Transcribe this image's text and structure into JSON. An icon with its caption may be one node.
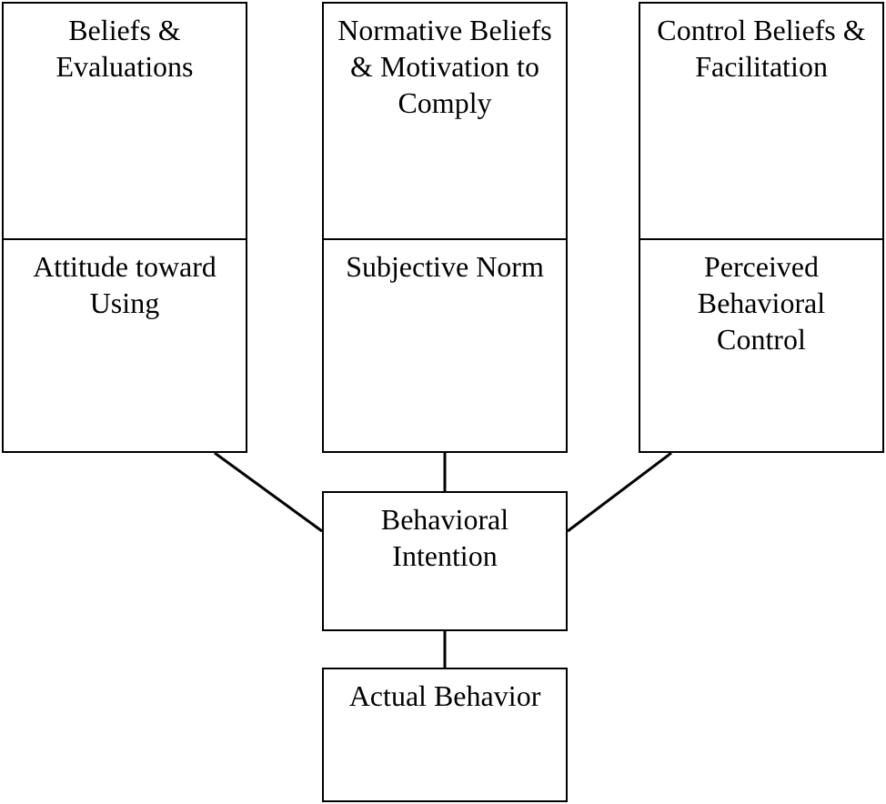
{
  "diagram": {
    "nodes": [
      {
        "text": [
          "Beliefs & Evaluations"
        ]
      },
      {
        "text": [
          "Normative Beliefs & Motivation to Comply"
        ]
      },
      {
        "text": [
          "Control Beliefs & Facilitation"
        ]
      },
      {
        "text": [
          "Attitude toward Using"
        ]
      },
      {
        "text": [
          "Subjective Norm"
        ]
      },
      {
        "text": [
          "Perceived Behavioral Control"
        ]
      },
      {
        "text": [
          "Behavioral Intention"
        ]
      },
      {
        "text": [
          "Actual Behavior"
        ]
      }
    ],
    "edges": [
      {
        "from": 3,
        "to": 6,
        "arrow": "none"
      },
      {
        "from": 4,
        "to": 6,
        "arrow": "none"
      },
      {
        "from": 5,
        "to": 6,
        "arrow": "none"
      },
      {
        "from": 6,
        "to": 7,
        "arrow": "none"
      }
    ]
  }
}
